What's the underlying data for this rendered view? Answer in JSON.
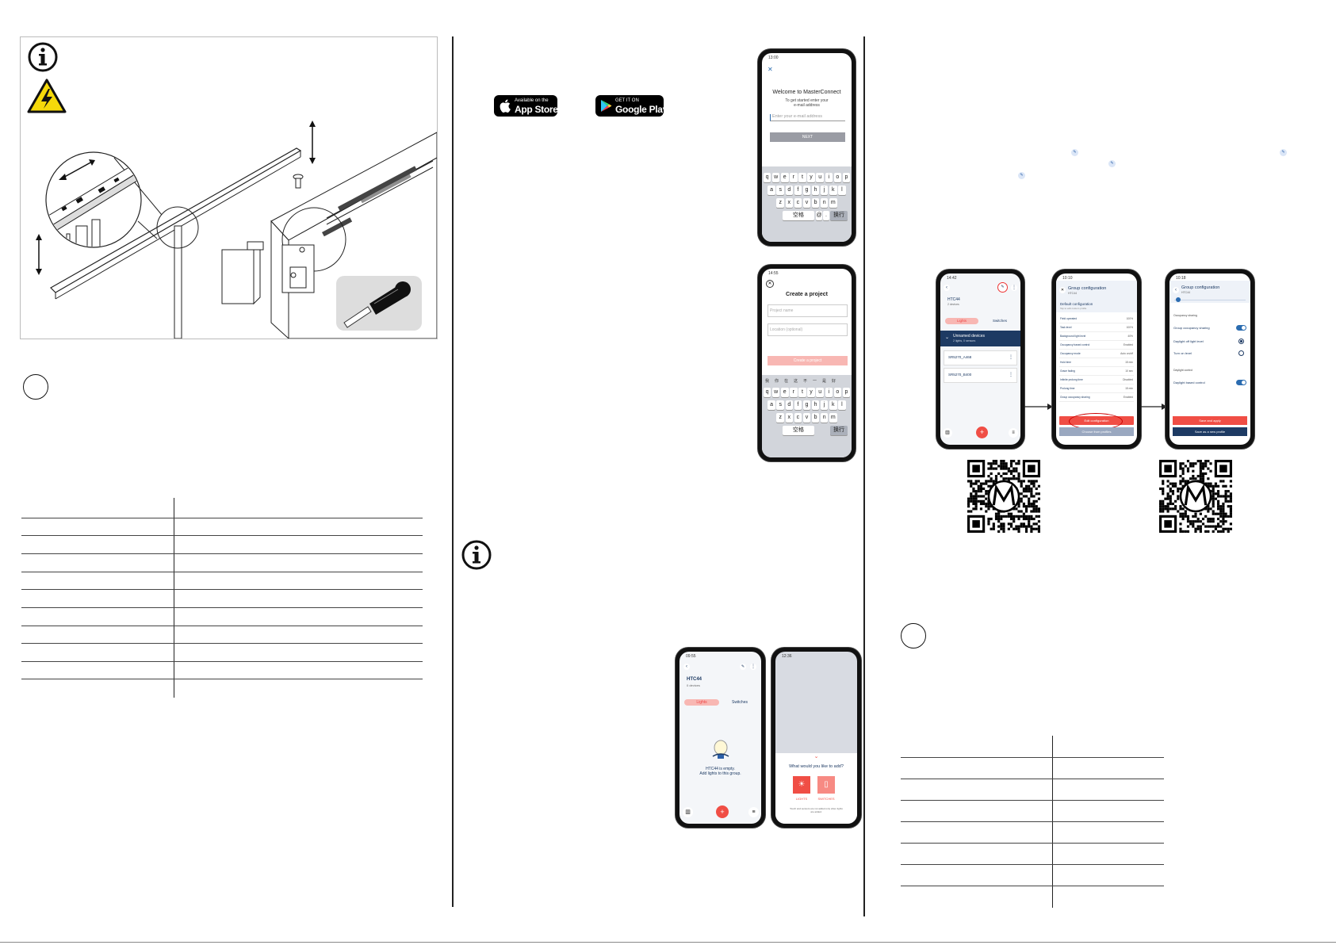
{
  "store_badges": {
    "appstore_small": "Available on the",
    "appstore_big": "App Store",
    "googleplay_small": "GET IT ON",
    "googleplay_big": "Google Play"
  },
  "phone_welcome": {
    "time": "13:00",
    "title": "Welcome to MasterConnect",
    "subtitle": "To get started enter your e-mail address",
    "placeholder": "Enter your e-mail address",
    "button": "NEXT",
    "rows": [
      [
        "q",
        "w",
        "e",
        "r",
        "t",
        "y",
        "u",
        "i",
        "o",
        "p"
      ],
      [
        "a",
        "s",
        "d",
        "f",
        "g",
        "h",
        "j",
        "k",
        "l"
      ],
      [
        "z",
        "x",
        "c",
        "v",
        "b",
        "n",
        "m"
      ]
    ],
    "space": "空格",
    "at": "@",
    "dot": ".",
    "return": "换行"
  },
  "phone_project": {
    "time": "14:55",
    "title": "Create a project",
    "name_placeholder": "Project name",
    "location_placeholder": "Location (optional)",
    "button": "Create a project",
    "candidate_row": [
      "我",
      "你",
      "在",
      "这",
      "不",
      "一",
      "是",
      "好"
    ],
    "rows": [
      [
        "q",
        "w",
        "e",
        "r",
        "t",
        "y",
        "u",
        "i",
        "o",
        "p"
      ],
      [
        "a",
        "s",
        "d",
        "f",
        "g",
        "h",
        "j",
        "k",
        "l"
      ],
      [
        "z",
        "x",
        "c",
        "v",
        "b",
        "n",
        "m"
      ]
    ],
    "space": "空格",
    "return": "换行"
  },
  "phone_group": {
    "time": "09:55",
    "group_name": "HTC44",
    "group_sub": "0 devices",
    "tab_lights": "Lights",
    "tab_switches": "Switches",
    "empty_text": "HTC44 is empty.",
    "empty_sub": "Add lights to this group."
  },
  "phone_add": {
    "time": "12:36",
    "question": "What would you like to add?",
    "option_lights": "LIGHTS",
    "option_switches": "SWITCHES",
    "footnote": "Touch and sensors are not added only when lights are added."
  },
  "phone_devices": {
    "time": "14:42",
    "group_name": "HTC44",
    "group_sub": "2 devices",
    "tab_lights": "Lights",
    "tab_switches": "Switches",
    "section": "Unnamed devices",
    "section_sub": "2 lights, 0 sensors",
    "devices": [
      "SR5270_A468",
      "SR5270_B400"
    ]
  },
  "phone_config": {
    "time": "10:10",
    "title": "Group configuration",
    "sub": "HTC44",
    "default_title": "Default configuration",
    "default_sub": "Tap to edit custom profile",
    "rows": [
      {
        "label": "Field operated",
        "value": "100%"
      },
      {
        "label": "Task level",
        "value": "100%"
      },
      {
        "label": "Background light level",
        "value": "40%"
      },
      {
        "label": "Occupancy based control",
        "value": "Enabled"
      },
      {
        "label": "Occupancy mode",
        "value": "Auto on/off"
      },
      {
        "label": "Hold time",
        "value": "15 min"
      },
      {
        "label": "Grace fading",
        "value": "10 sec"
      },
      {
        "label": "Infinite prolong time",
        "value": "Disabled"
      },
      {
        "label": "Prolong time",
        "value": "15 min"
      },
      {
        "label": "Group occupancy sharing",
        "value": "Enabled"
      }
    ],
    "edit_button": "Edit configuration",
    "choose_button": "Choose from profiles"
  },
  "phone_edit": {
    "time": "10:18",
    "title": "Group configuration",
    "sub": "HTC44",
    "section_occupancy": "Occupancy sharing",
    "opt1": "Group occupancy sharing",
    "opt2": "Daylight off light level",
    "opt3": "Turn on level",
    "section_daylight": "Daylight control",
    "opt4": "Daylight based control",
    "save_apply": "Save and apply",
    "save_new": "Save as a new profile"
  }
}
